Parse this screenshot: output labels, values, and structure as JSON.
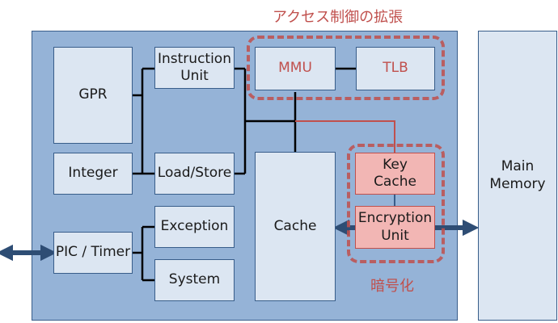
{
  "captions": {
    "access_control": "アクセス制御の拡張",
    "encryption": "暗号化"
  },
  "blocks": {
    "gpr": "GPR",
    "instruction_unit": "Instruction\nUnit",
    "integer": "Integer",
    "load_store": "Load/Store",
    "pic_timer": "PIC / Timer",
    "exception": "Exception",
    "system": "System",
    "cache": "Cache",
    "mmu": "MMU",
    "tlb": "TLB",
    "key_cache": "Key\nCache",
    "encryption_unit": "Encryption\nUnit",
    "main_memory": "Main\nMemory"
  },
  "colors": {
    "panel_fill": "#95b3d7",
    "box_fill": "#dce6f2",
    "border": "#385d8a",
    "accent_red": "#c0504d",
    "encryption_fill": "#f2b6b4",
    "arrow": "#2e4d74"
  }
}
